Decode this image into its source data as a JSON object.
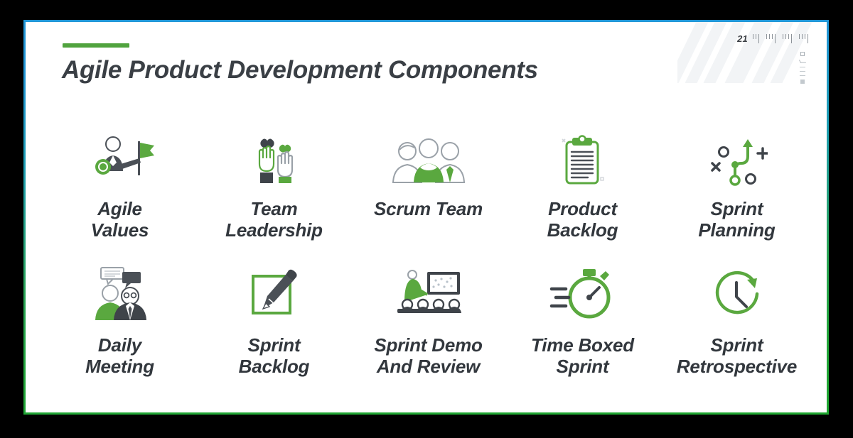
{
  "slide": {
    "page_number": "21",
    "accent_color": "#50a33e",
    "border_top_color": "#2196d6",
    "border_bottom_color": "#1ea62f",
    "title": "Agile Product Development Components",
    "background_color": "#ffffff",
    "canvas_color": "#000000"
  },
  "components": [
    {
      "label": "Agile\nValues",
      "icon": "person-with-flag-and-badge-icon"
    },
    {
      "label": "Team\nLeadership",
      "icon": "raised-hands-with-hearts-icon"
    },
    {
      "label": "Scrum Team",
      "icon": "three-people-group-icon"
    },
    {
      "label": "Product\nBacklog",
      "icon": "clipboard-list-icon"
    },
    {
      "label": "Sprint\nPlanning",
      "icon": "strategy-play-diagram-icon"
    },
    {
      "label": "Daily\nMeeting",
      "icon": "two-people-speech-bubbles-icon"
    },
    {
      "label": "Sprint\nBacklog",
      "icon": "pencil-edit-square-icon"
    },
    {
      "label": "Sprint Demo\nAnd Review",
      "icon": "presentation-board-audience-icon"
    },
    {
      "label": "Time Boxed\nSprint",
      "icon": "stopwatch-speed-icon"
    },
    {
      "label": "Sprint\nRetrospective",
      "icon": "clock-circular-arrow-icon"
    }
  ]
}
